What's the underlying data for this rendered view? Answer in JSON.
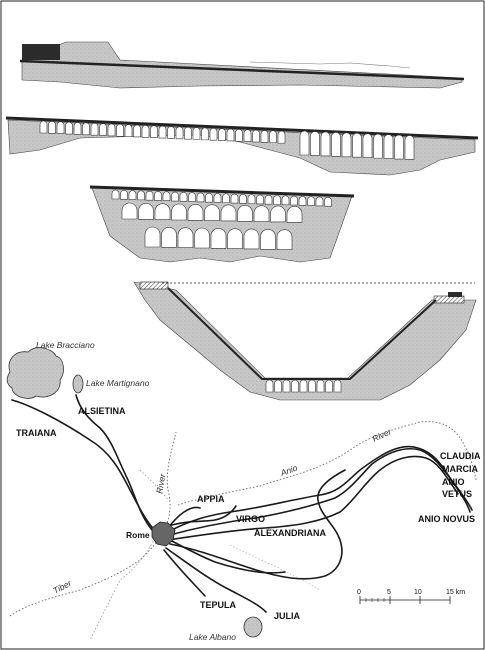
{
  "lakes": {
    "bracciano": "Lake Bracciano",
    "martignano": "Lake Martignano",
    "albano": "Lake Albano"
  },
  "rivers": {
    "tiber": "Tiber",
    "river_left": "River",
    "anio": "Anio",
    "river_right": "River"
  },
  "city": "Rome",
  "aqueducts": {
    "alsietina": "ALSIETINA",
    "traiana": "TRAIANA",
    "appia": "APPIA",
    "virgo": "VIRGO",
    "alexandriana": "ALEXANDRIANA",
    "claudia": "CLAUDIA",
    "marcia": "MARCIA",
    "anio": "ANIO",
    "vetus": "VETUS",
    "anio_novus": "ANIO NOVUS",
    "tepula": "TEPULA",
    "julia": "JULIA"
  },
  "scale": {
    "ticks": [
      "0",
      "5",
      "10",
      "15 km"
    ]
  }
}
